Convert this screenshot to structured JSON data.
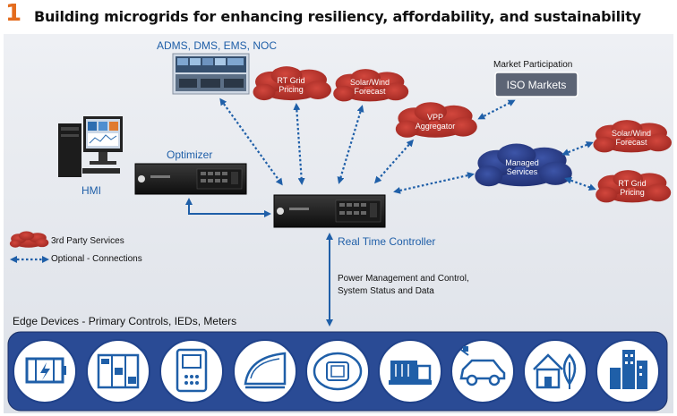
{
  "header": {
    "number": "1",
    "title": "Building microgrids for enhancing resiliency, affordability, and sustainability"
  },
  "labels": {
    "noc": "ADMS, DMS, EMS, NOC",
    "optimizer": "Optimizer",
    "hmi": "HMI",
    "rtc": "Real Time Controller",
    "market_participation": "Market Participation",
    "iso_markets": "ISO Markets",
    "power_mgmt_line1": "Power Management and Control,",
    "power_mgmt_line2": "System Status and Data",
    "edge_devices": "Edge Devices - Primary Controls, IEDs, Meters"
  },
  "clouds": {
    "rt_grid_pricing_1": [
      "RT Grid",
      "Pricing"
    ],
    "solar_wind_forecast_1": [
      "Solar/Wind",
      "Forecast"
    ],
    "vpp_aggregator": [
      "VPP",
      "Aggregator"
    ],
    "managed_services": [
      "Managed",
      "Services"
    ],
    "solar_wind_forecast_2": [
      "Solar/Wind",
      "Forecast"
    ],
    "rt_grid_pricing_2": [
      "RT Grid",
      "Pricing"
    ]
  },
  "legend": {
    "third_party": "3rd Party Services",
    "optional": "Optional - Connections"
  },
  "edge_device_icons": [
    "battery-icon",
    "switchgear-icon",
    "meter-icon",
    "solar-panel-icon",
    "relay-icon",
    "generator-icon",
    "ev-charging-icon",
    "home-icon",
    "building-icon"
  ],
  "colors": {
    "accent_orange": "#e46c1e",
    "brand_blue": "#1f5fa8",
    "cloud_red": "#b5312b",
    "cloud_blue": "#2a3f8a",
    "panel_bg": "#dfe3ea",
    "iso_box": "#5c6475"
  }
}
